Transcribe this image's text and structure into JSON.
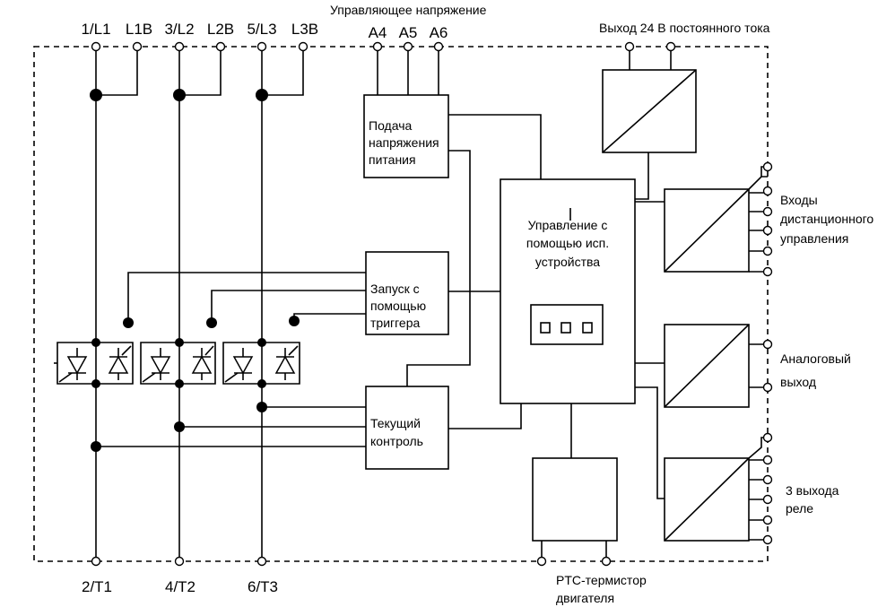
{
  "terminals": {
    "top": [
      "1/L1",
      "L1B",
      "3/L2",
      "L2B",
      "5/L3",
      "L3B"
    ],
    "control": [
      "A4",
      "A5",
      "A6"
    ],
    "bottom": [
      "2/T1",
      "4/T2",
      "6/T3"
    ]
  },
  "labels": {
    "control_voltage": "Управляющее напряжение",
    "dc_output": "Выход 24 В постоянного тока",
    "remote_inputs": [
      "Входы",
      "дистанционного",
      "управления"
    ],
    "analog_output": [
      "Аналоговый",
      "выход"
    ],
    "relay_outputs": [
      "3 выхода",
      "реле"
    ],
    "ptc": [
      "PTC-термистор",
      "двигателя"
    ]
  },
  "blocks": {
    "power_supply": [
      "Подача",
      "напряжения",
      "питания"
    ],
    "trigger_start": [
      "Запуск с",
      "помощью",
      "триггера"
    ],
    "current_control": [
      "Текущий",
      "контроль"
    ],
    "device_control": [
      "Управление с",
      "помощью исп.",
      "устройства"
    ]
  },
  "display": {
    "segments": 3
  }
}
